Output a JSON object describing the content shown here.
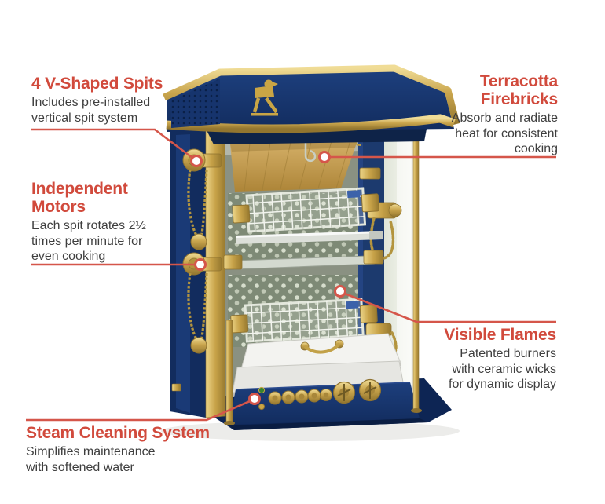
{
  "diagram": {
    "subject": "blue-and-brass rotisserie oven",
    "emblem": "rooster-brand-emblem",
    "colors": {
      "heading": "#d14a3c",
      "callout_line": "#d5564a",
      "body_text": "#3e3e3e",
      "cabinet_navy": "#16336b",
      "brass_gold": "#cfae58",
      "firebrick_tan": "#c8a156",
      "background": "#ffffff"
    },
    "callouts": [
      {
        "id": "v-shaped-spits",
        "heading": "4 V-Shaped Spits",
        "body": "Includes pre-installed\nvertical spit system",
        "align": "left"
      },
      {
        "id": "independent-motors",
        "heading": "Independent\nMotors",
        "body": "Each spit rotates 2½\ntimes per minute for\neven cooking",
        "align": "left"
      },
      {
        "id": "steam-cleaning-system",
        "heading": "Steam Cleaning System",
        "body": "Simplifies maintenance\nwith softened water",
        "align": "left"
      },
      {
        "id": "terracotta-firebricks",
        "heading": "Terracotta\nFirebricks",
        "body": "Absorb and radiate\nheat for consistent\ncooking",
        "align": "right"
      },
      {
        "id": "visible-flames",
        "heading": "Visible Flames",
        "body": "Patented burners\nwith ceramic wicks\nfor dynamic display",
        "align": "right"
      }
    ]
  }
}
